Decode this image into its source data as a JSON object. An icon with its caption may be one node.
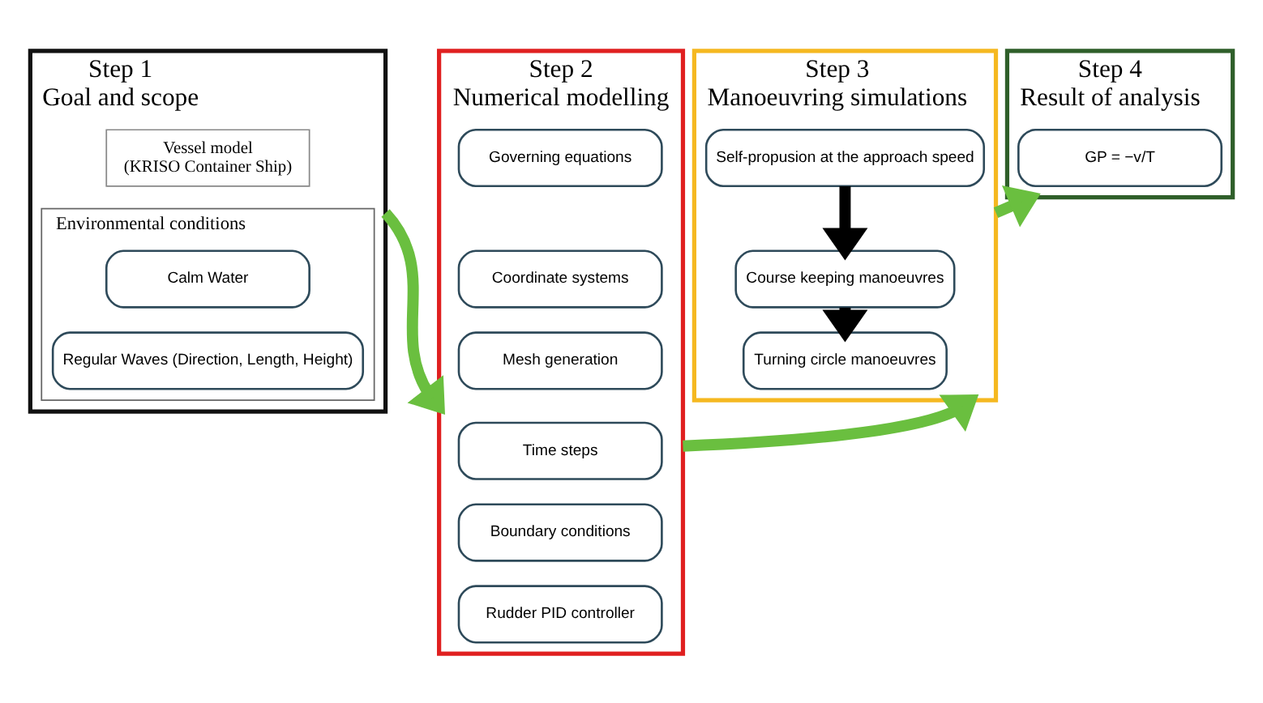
{
  "diagram": {
    "nodes": [
      {
        "text": [
          "Step 1",
          "Goal and scope"
        ]
      },
      {
        "text": [
          "Vessel model",
          "(KRISO Container Ship)"
        ],
        "in": 0
      },
      {
        "text": [
          "Environmental conditions"
        ],
        "in": 0
      },
      {
        "text": [
          "Calm Water"
        ],
        "in": 2
      },
      {
        "text": [
          "Regular Waves (Direction, Length, Height)"
        ],
        "in": 2
      },
      {
        "text": [
          "Step 2",
          "Numerical modelling"
        ]
      },
      {
        "text": [
          "Governing equations"
        ],
        "in": 5
      },
      {
        "text": [
          "Coordinate systems"
        ],
        "in": 5
      },
      {
        "text": [
          "Mesh generation"
        ],
        "in": 5
      },
      {
        "text": [
          "Time steps"
        ],
        "in": 5
      },
      {
        "text": [
          "Boundary conditions"
        ],
        "in": 5
      },
      {
        "text": [
          "Rudder PID controller"
        ],
        "in": 5
      },
      {
        "text": [
          "Step 3",
          "Manoeuvring simulations"
        ]
      },
      {
        "text": [
          "Self-propusion at the approach speed"
        ],
        "in": 12
      },
      {
        "text": [
          "Course keeping manoeuvres"
        ],
        "in": 12
      },
      {
        "text": [
          "Turning circle manoeuvres"
        ],
        "in": 12
      },
      {
        "text": [
          "Step 4",
          "Result of analysis"
        ]
      },
      {
        "text": [
          "GP = −v/T"
        ],
        "in": 16
      }
    ],
    "edges": [
      {
        "from": 0,
        "to": 5,
        "arrow": "to"
      },
      {
        "from": 5,
        "to": 12,
        "arrow": "to"
      },
      {
        "from": 13,
        "to": 14,
        "arrow": "to",
        "color": "#000000"
      },
      {
        "from": 14,
        "to": 15,
        "arrow": "to",
        "color": "#000000"
      },
      {
        "from": 12,
        "to": 16,
        "arrow": "to"
      }
    ]
  }
}
